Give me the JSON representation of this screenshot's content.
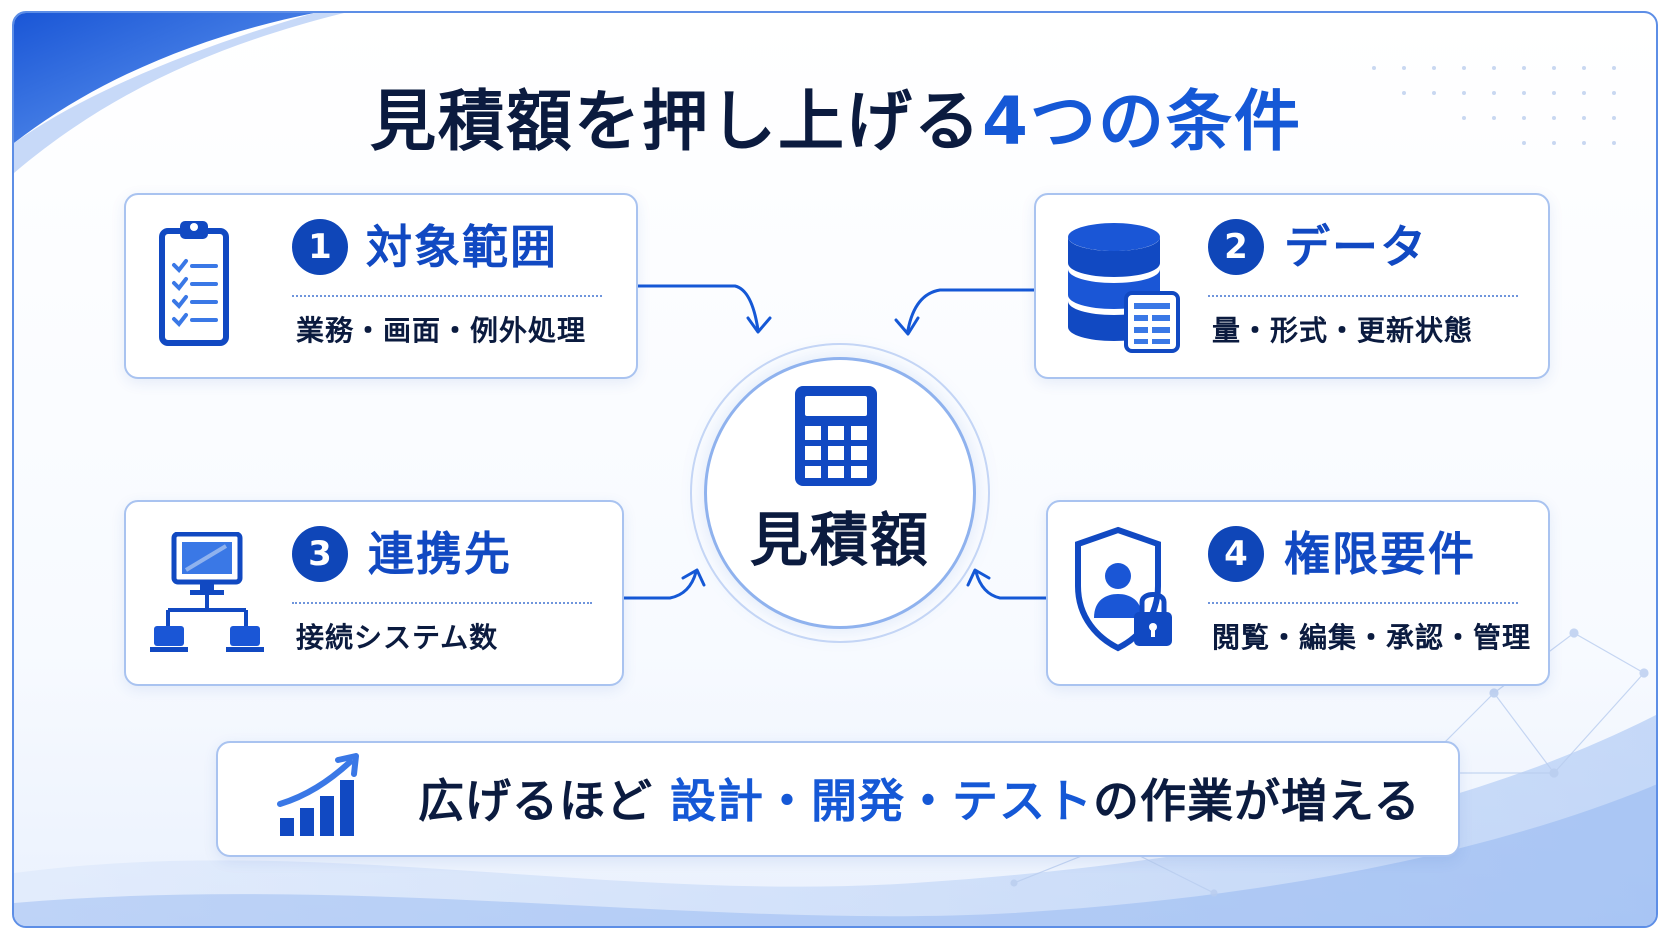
{
  "title": {
    "main": "見積額を押し上げる",
    "accent": "4つの条件"
  },
  "center": {
    "label": "見積額",
    "icon": "calculator-icon"
  },
  "cards": [
    {
      "number": "1",
      "heading": "対象範囲",
      "sub": "業務・画面・例外処理",
      "icon": "clipboard-checklist-icon"
    },
    {
      "number": "2",
      "heading": "データ",
      "sub": "量・形式・更新状態",
      "icon": "database-icon"
    },
    {
      "number": "3",
      "heading": "連携先",
      "sub": "接続システム数",
      "icon": "network-computers-icon"
    },
    {
      "number": "4",
      "heading": "権限要件",
      "sub": "閲覧・編集・承認・管理",
      "icon": "shield-user-lock-icon"
    }
  ],
  "bottom": {
    "icon": "growth-chart-icon",
    "prefix": "広げるほど",
    "emphasis": "設計・開発・テスト",
    "suffix": "の作業が増える"
  },
  "colors": {
    "accent": "#1558d6",
    "navy": "#0b1b3f",
    "badge": "#0f46b8",
    "border": "#a9c3f0"
  }
}
